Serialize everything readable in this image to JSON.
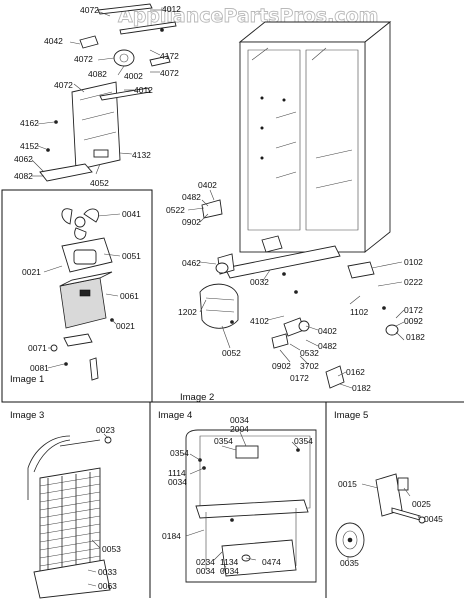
{
  "watermark": "AppliancePartsPros.com",
  "captions": {
    "image1": "Image 1",
    "image2": "Image 2",
    "image3": "Image 3",
    "image4": "Image 4",
    "image5": "Image 5"
  },
  "labels": {
    "l4072a": "4072",
    "l4012a": "4012",
    "l4042": "4042",
    "l4072b": "4072",
    "l4172": "4172",
    "l4082a": "4082",
    "l4002": "4002",
    "l4072c": "4072",
    "l4072d": "4072",
    "l4012b": "4012",
    "l4162": "4162",
    "l4152": "4152",
    "l4062": "4062",
    "l4132": "4132",
    "l4082b": "4082",
    "l4052": "4052",
    "l0402a": "0402",
    "l0482a": "0482",
    "l0522": "0522",
    "l0902a": "0902",
    "l0462": "0462",
    "l0102": "0102",
    "l0222": "0222",
    "l0032": "0032",
    "l1102": "1102",
    "l0172a": "0172",
    "l0092": "0092",
    "l1202": "1202",
    "l4102": "4102",
    "l0402b": "0402",
    "l0182a": "0182",
    "l0052": "0052",
    "l0532": "0532",
    "l0482b": "0482",
    "l0902b": "0902",
    "l3702": "3702",
    "l0172b": "0172",
    "l0162": "0162",
    "l0182b": "0182",
    "l0041": "0041",
    "l0051": "0051",
    "l0021a": "0021",
    "l0061": "0061",
    "l0021b": "0021",
    "l0071": "0071",
    "l0081": "0081",
    "l0023": "0023",
    "l0053": "0053",
    "l0033": "0033",
    "l0063": "0063",
    "l0034a": "0034",
    "l2004": "2004",
    "l0354a": "0354",
    "l0354b": "0354",
    "l0354c": "0354",
    "l1114": "1114",
    "l0034b": "0034",
    "l0184": "0184",
    "l0234": "0234",
    "l0034c": "0034",
    "l1134": "1134",
    "l0034d": "0034",
    "l0474": "0474",
    "l0015": "0015",
    "l0025": "0025",
    "l0045": "0045",
    "l0035": "0035"
  }
}
